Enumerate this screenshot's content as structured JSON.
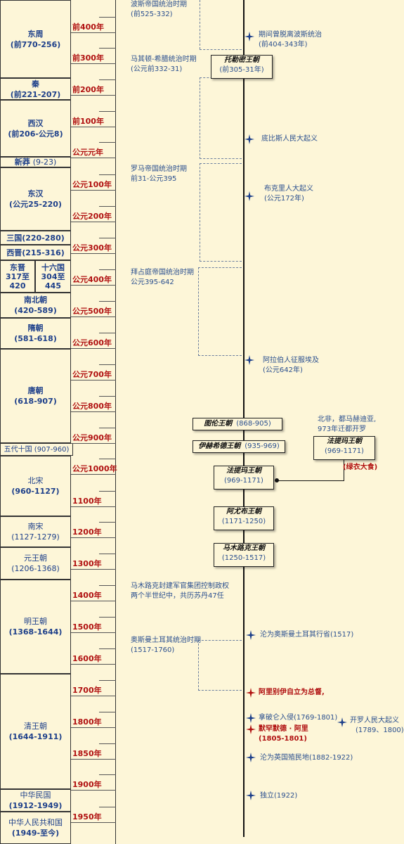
{
  "dynasties": [
    {
      "name": "东周",
      "years": "(前770-256)"
    },
    {
      "name": "秦",
      "years": "(前221-207)"
    },
    {
      "name": "西汉",
      "years": "(前206-公元8)"
    },
    {
      "name": "新莽",
      "years": "(9-23)"
    },
    {
      "name": "东汉",
      "years": "(公元25-220)"
    },
    {
      "name": "三国(220-280)",
      "years": ""
    },
    {
      "name": "西晋(215-316)",
      "years": ""
    },
    {
      "name": "东晋",
      "years": "317至 420"
    },
    {
      "name": "十六国",
      "years": "304至 445"
    },
    {
      "name": "南北朝",
      "years": "(420-589)"
    },
    {
      "name": "隋朝",
      "years": "(581-618)"
    },
    {
      "name": "唐朝",
      "years": "(618-907)"
    },
    {
      "name": "五代十国 (907-960)",
      "years": ""
    },
    {
      "name": "北宋",
      "years": "(960-1127)"
    },
    {
      "name": "南宋",
      "years": "(1127-1279)"
    },
    {
      "name": "元王朝",
      "years": "(1206-1368)"
    },
    {
      "name": "明王朝",
      "years": "(1368-1644)"
    },
    {
      "name": "清王朝",
      "years": "(1644-1911)"
    },
    {
      "name": "中华民国",
      "years": "(1912-1949)"
    },
    {
      "name": "中华人民共和国",
      "years": "(1949-至今)"
    }
  ],
  "years": [
    "前400年",
    "前300年",
    "前200年",
    "前100年",
    "公元元年",
    "公元100年",
    "公元200年",
    "公元300年",
    "公元400年",
    "公元500年",
    "公元600年",
    "公元700年",
    "公元800年",
    "公元900年",
    "公元1000年",
    "1100年",
    "1200年",
    "1300年",
    "1400年",
    "1500年",
    "1600年",
    "1700年",
    "1800年",
    "1850年",
    "1900年",
    "1950年"
  ],
  "periods": [
    {
      "name": "波斯帝国统治时期",
      "years": "(前525-332)"
    },
    {
      "name": "马其顿-希腊统治时期",
      "years": "(公元前332-31)"
    },
    {
      "name": "罗马帝国统治时期",
      "years": "前31-公元395"
    },
    {
      "name": "拜占庭帝国统治时期",
      "years": "公元395-642"
    },
    {
      "name": "马木路克封建军官集团控制政权",
      "years": "两个半世纪中，共历苏丹47任"
    },
    {
      "name": "奥斯曼土耳其统治时期",
      "years": "(1517-1760)"
    }
  ],
  "events": [
    {
      "name": "期间曾脱离波斯统治",
      "years": "(前404-343年)"
    },
    {
      "name": "底比斯人民大起义",
      "years": ""
    },
    {
      "name": "布克里人大起义",
      "years": "(公元172年)"
    },
    {
      "name": "阿拉伯人征服埃及",
      "years": "(公元642年)"
    },
    {
      "name": "沦为奥斯曼土耳其行省(1517)",
      "years": ""
    },
    {
      "name": "阿里别伊自立为总督,",
      "years": ""
    },
    {
      "name": "拿破仑入侵(1769-1801)",
      "years": ""
    },
    {
      "name": "默罕默德 · 阿里",
      "years": "(1805-1801)"
    },
    {
      "name": "开罗人民大起义",
      "years": "(1789、1800)"
    },
    {
      "name": "沦为英国殖民地(1882-1922)",
      "years": ""
    },
    {
      "name": "独立(1922)",
      "years": ""
    }
  ],
  "boxes": [
    {
      "name": "托勒密王朝",
      "years": "(前305-31年)"
    },
    {
      "name": "图伦王朝",
      "years": "(868-905)"
    },
    {
      "name": "伊赫希德王朝",
      "years": "(935-969)"
    },
    {
      "name": "法提玛王朝",
      "years": "(969-1171)"
    },
    {
      "name": "阿尤布王朝",
      "years": "(1171-1250)"
    },
    {
      "name": "马木路克王朝",
      "years": "(1250-1517)"
    },
    {
      "name": "法提玛王朝",
      "years": "(969-1171)"
    }
  ],
  "notes": {
    "north_africa_1": "北非，都马赫迪亚,",
    "north_africa_2": "973年迁都开罗",
    "green_food": "(绿衣大食)"
  },
  "colors": {
    "year_red": "#b01010",
    "text_blue": "#2a4f8f",
    "background": "#fdf6d8"
  }
}
